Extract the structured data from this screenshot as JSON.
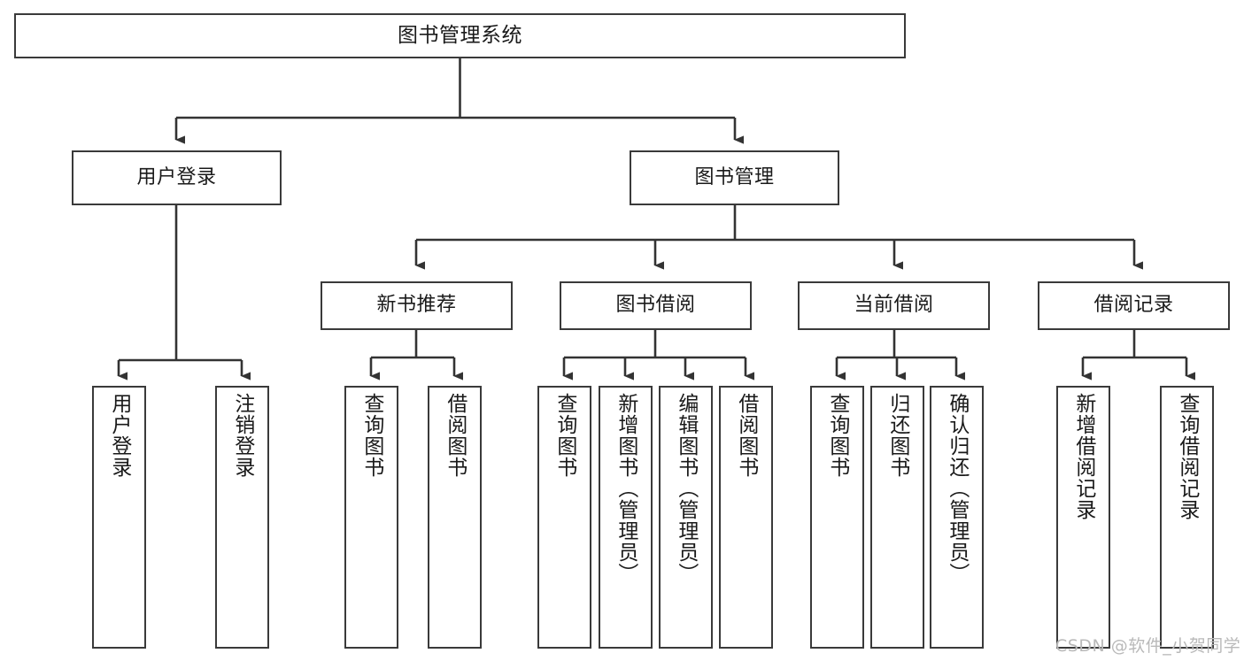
{
  "diagram": {
    "title": "图书管理系统",
    "type": "tree-hierarchy-chart",
    "watermark": "CSDN @软件_小贺同学",
    "colors": {
      "box_border": "#3a3a3a",
      "box_fill": "#ffffff",
      "connector": "#333333",
      "text": "#1a1a1a",
      "watermark": "#b9b9b9",
      "background": "#ffffff"
    },
    "levels": {
      "level1": {
        "root": "图书管理系统"
      },
      "level2": [
        {
          "label": "用户登录"
        },
        {
          "label": "图书管理"
        }
      ],
      "level3": [
        {
          "label": "新书推荐"
        },
        {
          "label": "图书借阅"
        },
        {
          "label": "当前借阅"
        },
        {
          "label": "借阅记录"
        }
      ],
      "level4": {
        "user_login_children": [
          {
            "label": "用户登录"
          },
          {
            "label": "注销登录"
          }
        ],
        "new_book_children": [
          {
            "label": "查询图书"
          },
          {
            "label": "借阅图书"
          }
        ],
        "borrow_children": [
          {
            "label": "查询图书"
          },
          {
            "label": "新增图书（管理员）"
          },
          {
            "label": "编辑图书（管理员）"
          },
          {
            "label": "借阅图书"
          }
        ],
        "current_children": [
          {
            "label": "查询图书"
          },
          {
            "label": "归还图书"
          },
          {
            "label": "确认归还（管理员）"
          }
        ],
        "record_children": [
          {
            "label": "新增借阅记录"
          },
          {
            "label": "查询借阅记录"
          }
        ]
      }
    }
  }
}
